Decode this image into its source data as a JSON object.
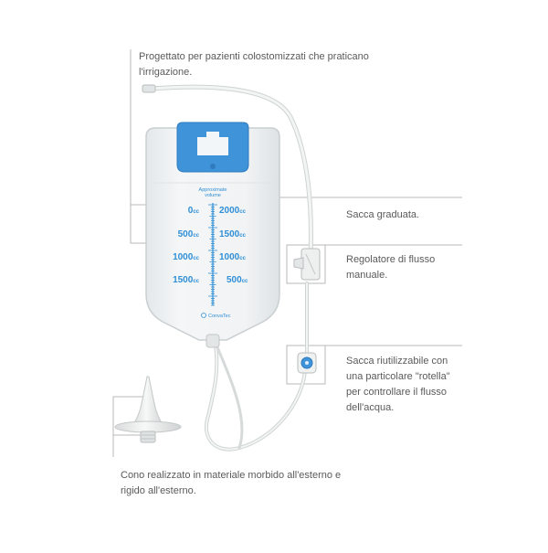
{
  "captions": {
    "top": "Progettato per pazienti colostomizzati che praticano\nl'irrigazione.",
    "bag": "Sacca graduata.",
    "regulator": "Regolatore di flusso\nmanuale.",
    "reusable": "Sacca riutilizzabile con\nuna particolare \"rotella\"\nper controllare il flusso\ndell'acqua.",
    "cone": "Cono realizzato in materiale morbido all'esterno e\nrigido all'esterno."
  },
  "bag_scale": {
    "header": [
      "Approximate",
      "volume"
    ],
    "left": [
      {
        "value": "0",
        "unit": "cc"
      },
      {
        "value": "500",
        "unit": "cc"
      },
      {
        "value": "1000",
        "unit": "cc"
      },
      {
        "value": "1500",
        "unit": "cc"
      }
    ],
    "right": [
      {
        "value": "2000",
        "unit": "cc"
      },
      {
        "value": "1500",
        "unit": "cc"
      },
      {
        "value": "1000",
        "unit": "cc"
      },
      {
        "value": "500",
        "unit": "cc"
      }
    ],
    "brand": "ConvaTec"
  },
  "colors": {
    "caption_text": "#5a5a5a",
    "leader_line": "#b8b8b8",
    "scale_blue": "#2f8fd6",
    "handle_blue": "#3f93d8",
    "bag_fill": "#eef1f2",
    "tube": "#e9ecec"
  }
}
